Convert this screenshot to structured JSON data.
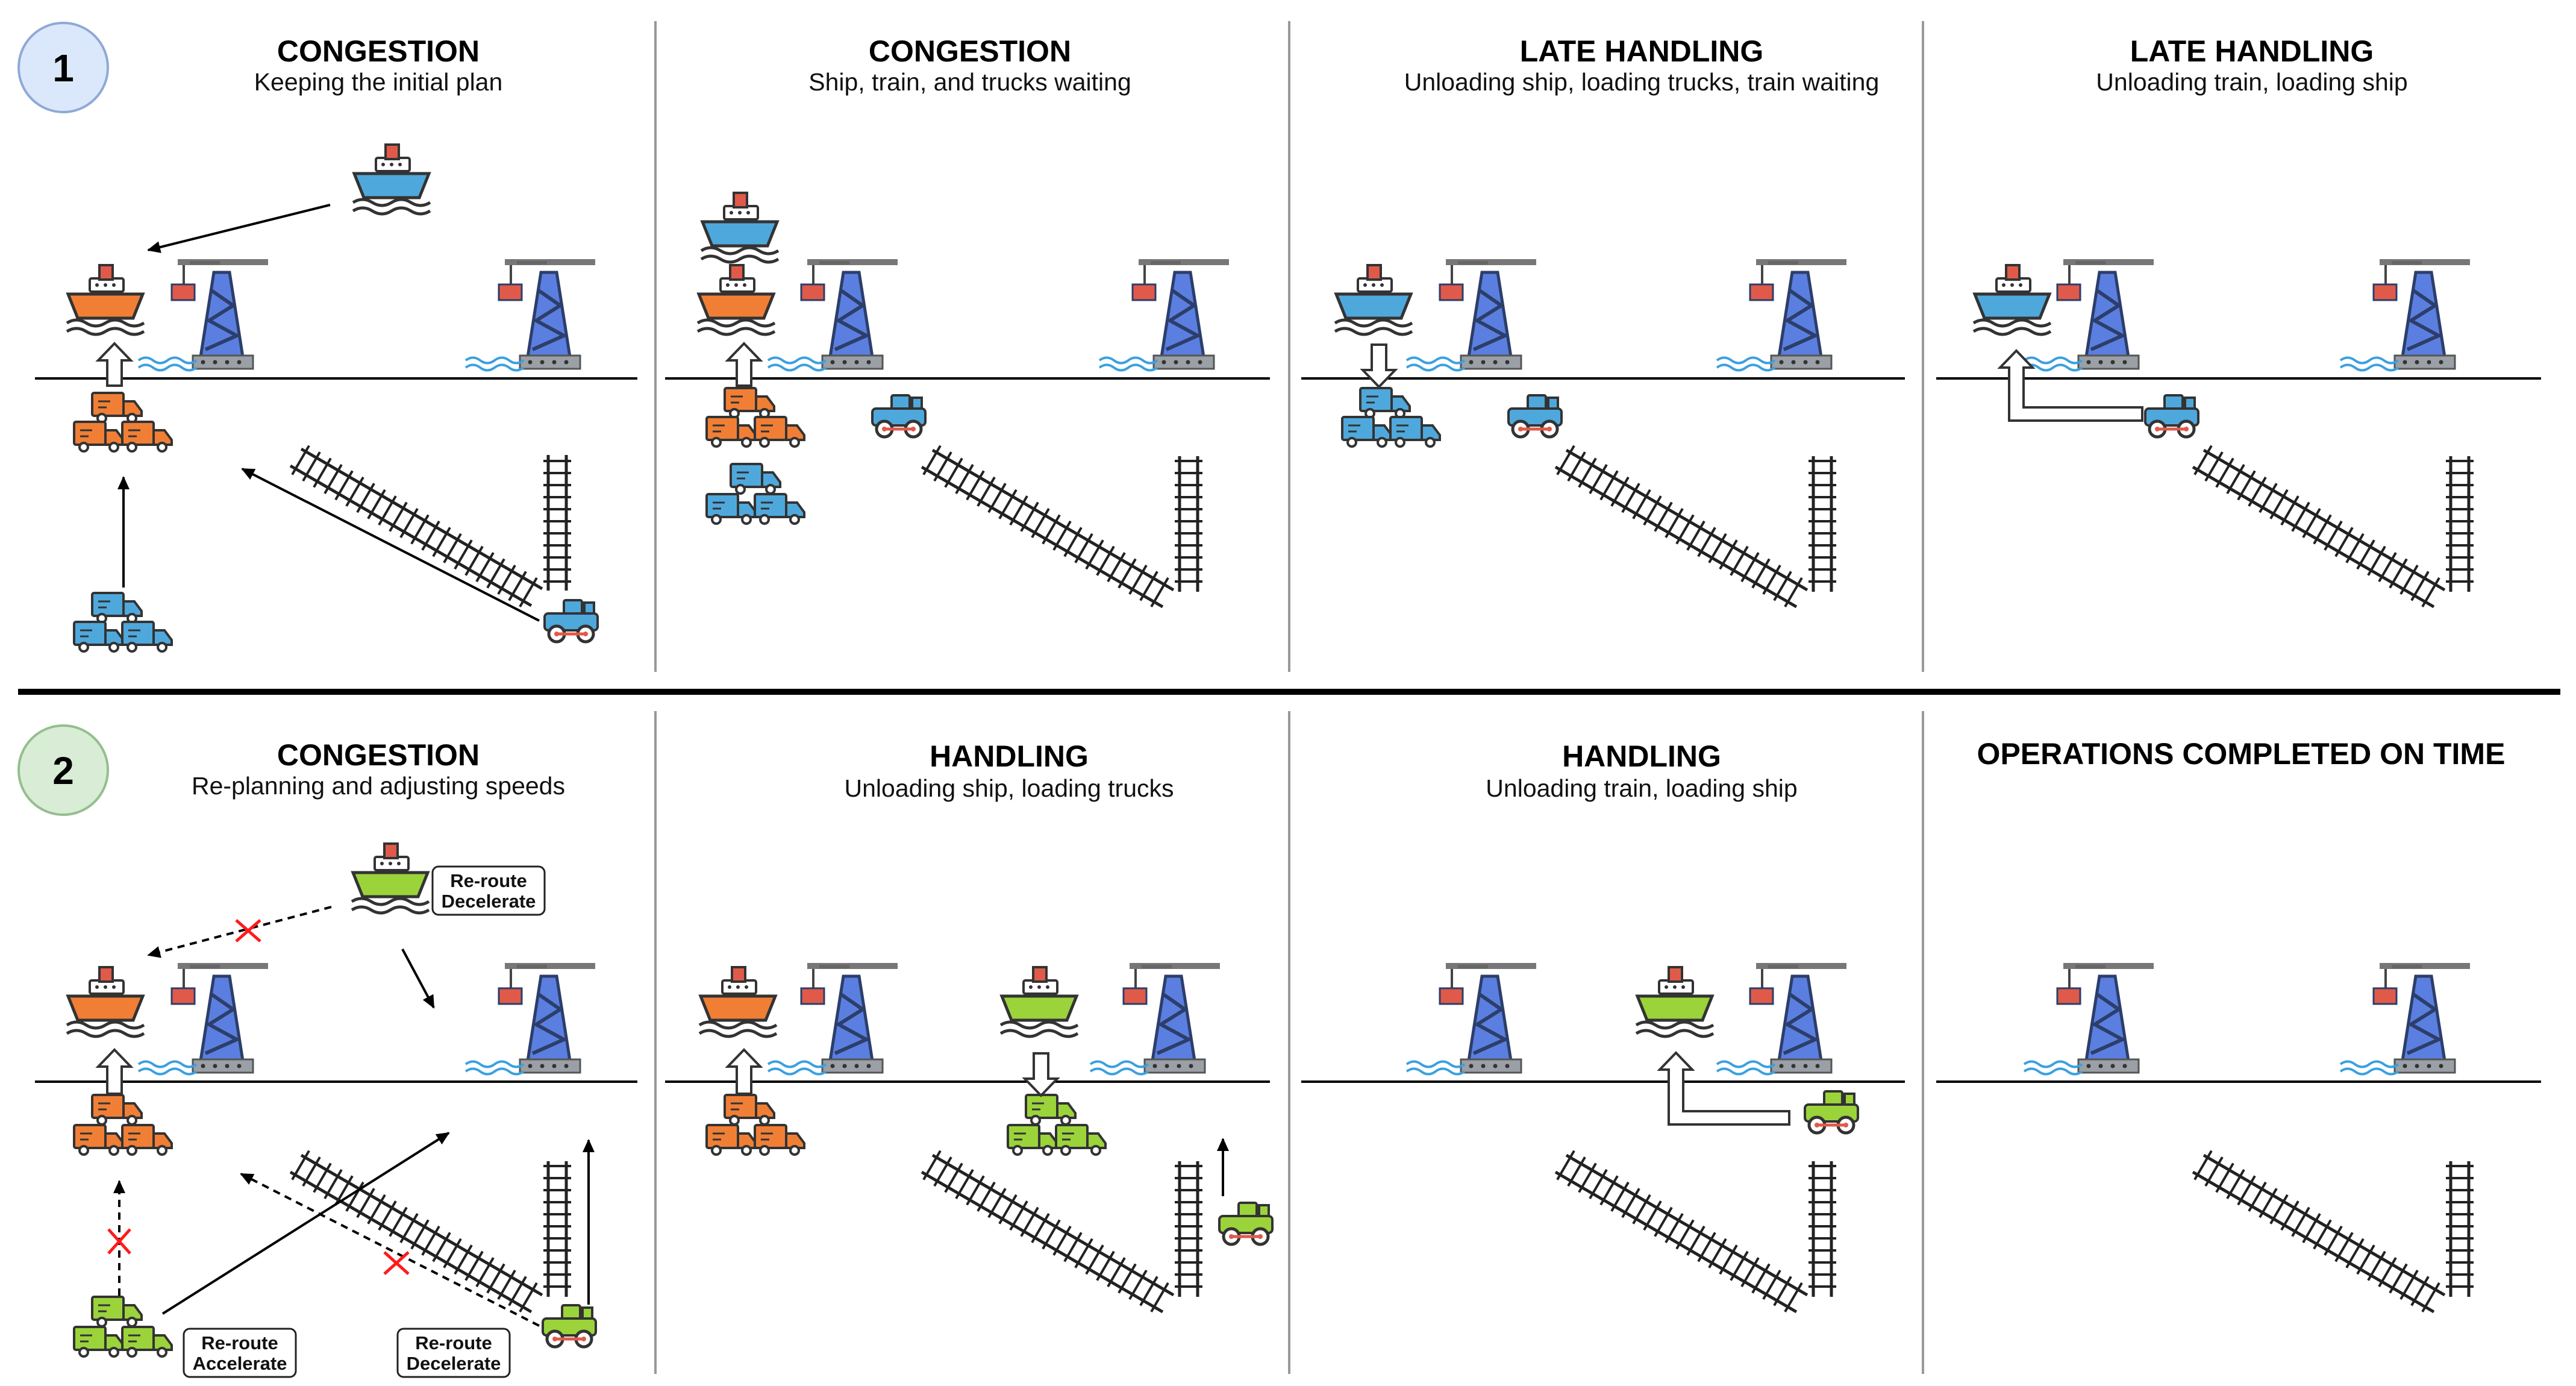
{
  "rows": [
    {
      "marker": "1",
      "marker_color": "#dbe8fb",
      "panels": [
        {
          "title": "CONGESTION",
          "subtitle": "Keeping the initial plan"
        },
        {
          "title": "CONGESTION",
          "subtitle": "Ship, train, and trucks waiting"
        },
        {
          "title": "LATE HANDLING",
          "subtitle": "Unloading ship, loading trucks, train waiting"
        },
        {
          "title": "LATE HANDLING",
          "subtitle": "Unloading train, loading ship"
        }
      ]
    },
    {
      "marker": "2",
      "marker_color": "#d9ecd6",
      "panels": [
        {
          "title": "CONGESTION",
          "subtitle": "Re-planning and adjusting speeds"
        },
        {
          "title": "HANDLING",
          "subtitle": "Unloading ship, loading trucks"
        },
        {
          "title": "HANDLING",
          "subtitle": "Unloading train, loading ship"
        },
        {
          "title": "OPERATIONS COMPLETED ON TIME",
          "subtitle": ""
        }
      ]
    }
  ],
  "labels": {
    "ship_reroute": [
      "Re-route",
      "Decelerate"
    ],
    "trucks_reroute": [
      "Re-route",
      "Accelerate"
    ],
    "train_reroute": [
      "Re-route",
      "Decelerate"
    ]
  },
  "colors": {
    "orange": "#f07f35",
    "blue": "#4fa8dc",
    "green": "#9bd33b",
    "crane": "#5b7fe0",
    "container": "#e05a4a",
    "water": "#3aa0e0",
    "cancel": "#ff1a1a"
  },
  "icons": [
    "ship-icon",
    "crane-icon",
    "truck-icon",
    "train-icon",
    "rail-track-icon",
    "water-icon"
  ]
}
